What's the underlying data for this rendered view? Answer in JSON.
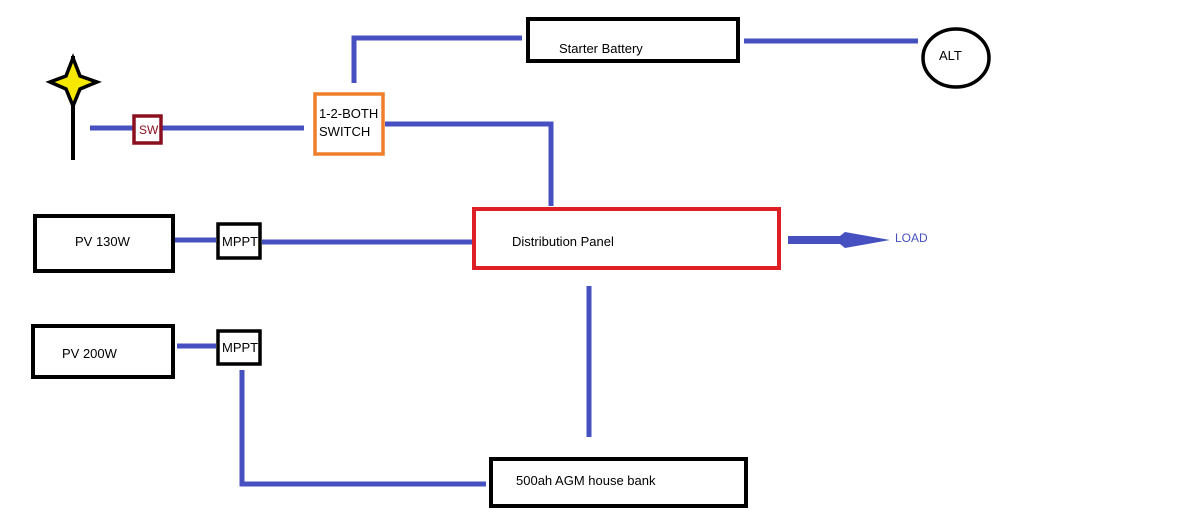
{
  "colors": {
    "wire": "#4650c0",
    "box_border": "#000000",
    "switch_border": "#f07f2c",
    "panel_border": "#de1f26",
    "sw_border": "#8a1020",
    "sw_text": "#8a1020",
    "load_text": "#4650c0",
    "lamp_fill": "#f7e800"
  },
  "icons": {
    "lamp": "sparkle-lamp-icon",
    "load_arrow": "arrow-right-icon"
  },
  "labels": {
    "starter_battery": "Starter Battery",
    "alt": "ALT",
    "sw": "SW",
    "switch_line1": "1-2-BOTH",
    "switch_line2": "SWITCH",
    "pv130": "PV 130W",
    "mppt_top": "MPPT",
    "distribution_panel": "Distribution Panel",
    "load": "LOAD",
    "pv200": "PV 200W",
    "mppt_bottom": "MPPT",
    "house_bank": "500ah AGM house bank"
  }
}
